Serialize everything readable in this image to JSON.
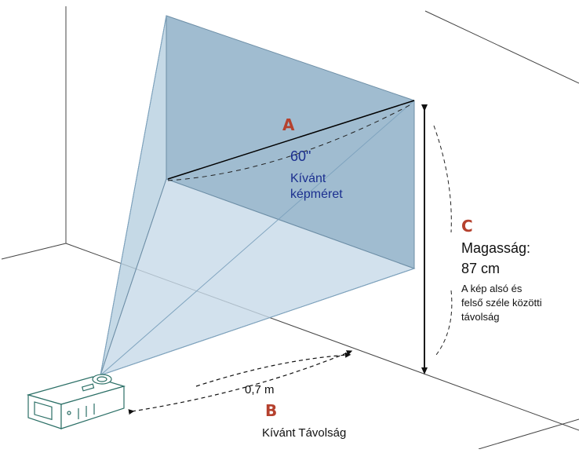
{
  "a": {
    "letter": "A",
    "size": "60\"",
    "caption_line1": "Kívánt",
    "caption_line2": "képméret"
  },
  "b": {
    "letter": "B",
    "distance": "0,7 m",
    "caption": "Kívánt Távolság"
  },
  "c": {
    "letter": "C",
    "label": "Magasság:",
    "value": "87 cm",
    "note_line1": "A kép alsó és",
    "note_line2": "felső széle közötti",
    "note_line3": "távolság"
  },
  "colors": {
    "letter_accent": "#b5412e",
    "caption_blue": "#1b2f8f",
    "screen_fill": "#8fb0c8",
    "beam_fill": "#a9c6db"
  }
}
